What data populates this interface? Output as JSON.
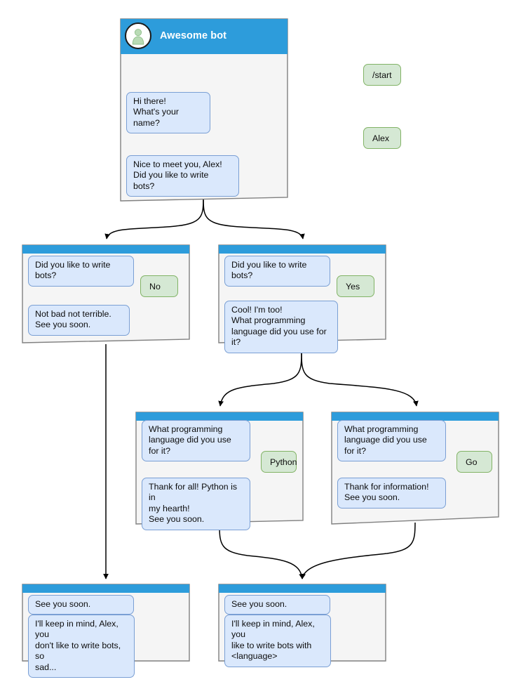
{
  "diagram": {
    "title": "Awesome bot conversation flow",
    "colors": {
      "header_blue": "#2D9CDB",
      "node_fill": "#F5F5F5",
      "node_stroke": "#808080",
      "bot_bubble_fill": "#DAE8FC",
      "bot_bubble_stroke": "#7A9FD4",
      "user_bubble_fill": "#D5E8D4",
      "user_bubble_stroke": "#82B366",
      "edge_stroke": "#000000",
      "avatar_person": "#B9DBB5",
      "title_text": "#FFFFFF"
    },
    "avatar_icon": "person-avatar-icon"
  },
  "nodes": [
    {
      "id": "start",
      "title": "Awesome bot",
      "has_avatar": true,
      "messages": [
        {
          "role": "user",
          "text": "/start"
        },
        {
          "role": "bot",
          "text": "Hi there!\nWhat's your name?"
        },
        {
          "role": "user",
          "text": "Alex"
        },
        {
          "role": "bot",
          "text": "Nice to meet you, Alex!\nDid you like to write bots?"
        }
      ]
    },
    {
      "id": "answer-no",
      "title": "",
      "has_avatar": false,
      "messages": [
        {
          "role": "bot",
          "text": "Did you like to write bots?"
        },
        {
          "role": "user",
          "text": "No"
        },
        {
          "role": "bot",
          "text": "Not bad not terrible.\nSee you soon."
        }
      ]
    },
    {
      "id": "answer-yes",
      "title": "",
      "has_avatar": false,
      "messages": [
        {
          "role": "bot",
          "text": "Did you like to write bots?"
        },
        {
          "role": "user",
          "text": "Yes"
        },
        {
          "role": "bot",
          "text": "Cool! I'm too!\nWhat programming\nlanguage did you use for it?"
        }
      ]
    },
    {
      "id": "lang-python",
      "title": "",
      "has_avatar": false,
      "messages": [
        {
          "role": "bot",
          "text": "What programming\nlanguage did you use for it?"
        },
        {
          "role": "user",
          "text": "Python"
        },
        {
          "role": "bot",
          "text": "Thank for all! Python is in\nmy hearth!\nSee you soon."
        }
      ]
    },
    {
      "id": "lang-go",
      "title": "",
      "has_avatar": false,
      "messages": [
        {
          "role": "bot",
          "text": "What programming\nlanguage did you use for it?"
        },
        {
          "role": "user",
          "text": "Go"
        },
        {
          "role": "bot",
          "text": "Thank for information!\nSee you soon."
        }
      ]
    },
    {
      "id": "end-no",
      "title": "",
      "has_avatar": false,
      "messages": [
        {
          "role": "bot",
          "text": "See you soon."
        },
        {
          "role": "bot",
          "text": "I'll keep in mind, Alex, you\ndon't like to write bots, so\nsad..."
        }
      ]
    },
    {
      "id": "end-yes",
      "title": "",
      "has_avatar": false,
      "messages": [
        {
          "role": "bot",
          "text": "See you soon."
        },
        {
          "role": "bot",
          "text": "I'll keep in mind, Alex, you\nlike to write bots with\n<language>"
        }
      ]
    }
  ],
  "edges": [
    {
      "from": "start",
      "to": "answer-no",
      "kind": "curve-left"
    },
    {
      "from": "start",
      "to": "answer-yes",
      "kind": "curve-right"
    },
    {
      "from": "answer-no",
      "to": "end-no",
      "kind": "straight"
    },
    {
      "from": "answer-yes",
      "to": "lang-python",
      "kind": "curve-left"
    },
    {
      "from": "answer-yes",
      "to": "lang-go",
      "kind": "curve-right"
    },
    {
      "from": "lang-python",
      "to": "end-yes",
      "kind": "curve-merge-right"
    },
    {
      "from": "lang-go",
      "to": "end-yes",
      "kind": "curve-merge-left"
    }
  ]
}
